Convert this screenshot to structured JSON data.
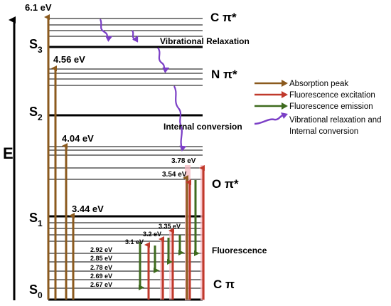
{
  "axis": {
    "label": "E"
  },
  "states": [
    {
      "main": "S",
      "sub": "0"
    },
    {
      "main": "S",
      "sub": "1"
    },
    {
      "main": "S",
      "sub": "2"
    },
    {
      "main": "S",
      "sub": "3"
    }
  ],
  "orbitals": [
    "C π*",
    "N π*",
    "O π*",
    "C π"
  ],
  "energies": {
    "e61": "6.1 eV",
    "e456": "4.56 eV",
    "e404": "4.04 eV",
    "e344": "3.44  eV",
    "e378": "3.78 eV",
    "e354": "3.54 eV",
    "e335": "3.35 eV",
    "e32": "3.2 eV",
    "e31": "3.1 eV",
    "e292": "2.92 eV",
    "e285": "2.85 eV",
    "e278": "2.78 eV",
    "e269": "2.69 eV",
    "e267": "2.67 eV"
  },
  "annotations": {
    "vibrational": "Vibrational Relaxation",
    "internal": "Internal conversion",
    "fluorescence": "Fluorescence"
  },
  "legend": {
    "items": [
      "Absorption peak",
      "Fluorescence excitation",
      "Fluorescence emission"
    ],
    "item4_line1": "Vibrational relaxation and",
    "item4_line2": "Internal conversion"
  },
  "colors": {
    "absorption": "#8B5A1E",
    "excitation": "#C0392B",
    "emission": "#3E6B1E",
    "relaxation": "#7B3FC6"
  }
}
